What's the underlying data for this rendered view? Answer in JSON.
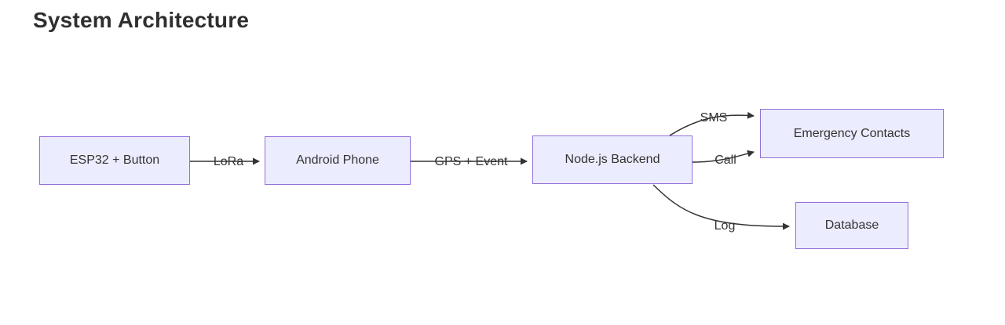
{
  "title": "System Architecture",
  "colors": {
    "background": "#ffffff",
    "node_fill": "#ECECFF",
    "node_border": "#9370DB",
    "edge_line": "#333333",
    "text": "#333333",
    "title_text": "#2f2f2f"
  },
  "nodes": [
    {
      "id": "esp32",
      "label": "ESP32 + Button"
    },
    {
      "id": "android",
      "label": "Android Phone"
    },
    {
      "id": "backend",
      "label": "Node.js Backend"
    },
    {
      "id": "contacts",
      "label": "Emergency Contacts"
    },
    {
      "id": "database",
      "label": "Database"
    }
  ],
  "edges": [
    {
      "from": "esp32",
      "to": "android",
      "label": "LoRa"
    },
    {
      "from": "android",
      "to": "backend",
      "label": "GPS + Event"
    },
    {
      "from": "backend",
      "to": "contacts",
      "label": "SMS"
    },
    {
      "from": "backend",
      "to": "contacts",
      "label": "Call"
    },
    {
      "from": "backend",
      "to": "database",
      "label": "Log"
    }
  ]
}
